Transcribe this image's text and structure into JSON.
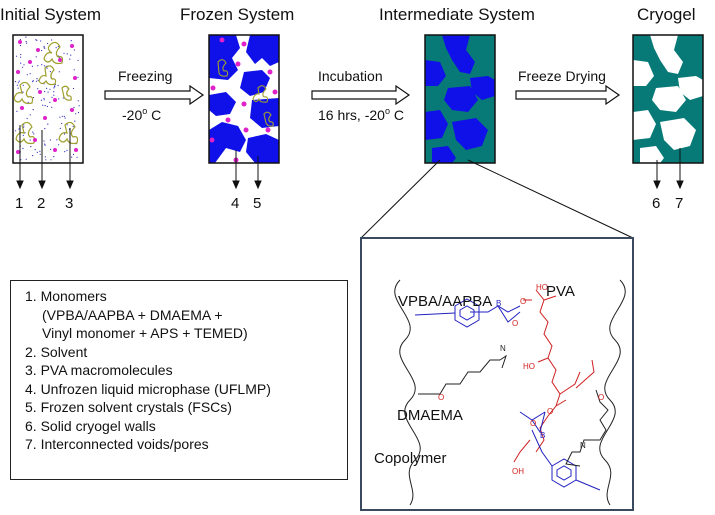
{
  "stages": [
    {
      "title": "Initial System",
      "numbers": [
        "1",
        "2",
        "3"
      ]
    },
    {
      "title": "Frozen System",
      "numbers": [
        "4",
        "5"
      ]
    },
    {
      "title": "Intermediate System",
      "numbers": []
    },
    {
      "title": "Cryogel",
      "numbers": [
        "6",
        "7"
      ]
    }
  ],
  "process_arrows": [
    {
      "line1": "Freezing",
      "line2": "-20",
      "sup": "o",
      "line2_tail": " C"
    },
    {
      "line1": "Incubation",
      "line2": "16 hrs, -20",
      "sup": "o",
      "line2_tail": " C"
    },
    {
      "line1": "Freeze Drying",
      "line2": "",
      "sup": "",
      "line2_tail": ""
    }
  ],
  "legend": [
    "1. Monomers",
    "(VPBA/AAPBA + DMAEMA +",
    "Vinyl monomer + APS + TEMED)",
    "2. Solvent",
    "3. PVA macromolecules",
    "4. Unfrozen liquid microphase (UFLMP)",
    "5. Frozen solvent crystals (FSCs)",
    "6. Solid cryogel walls",
    "7. Interconnected voids/pores"
  ],
  "inset": {
    "labels": {
      "vpba": "VPBA/AAPBA",
      "pva": "PVA",
      "dmaema": "DMAEMA",
      "copolymer": "Copolymer"
    },
    "atoms": {
      "ho": "HO",
      "oh": "OH",
      "o": "O",
      "b": "B",
      "n": "N"
    }
  },
  "colors": {
    "blue_phase": "#1010e8",
    "teal_phase": "#077a78",
    "pink_dots": "#e020c8",
    "coil": "#a0a030",
    "inset_border": "#3a4a5e",
    "pva_red": "#d02020",
    "boron_blue": "#2020c0"
  }
}
